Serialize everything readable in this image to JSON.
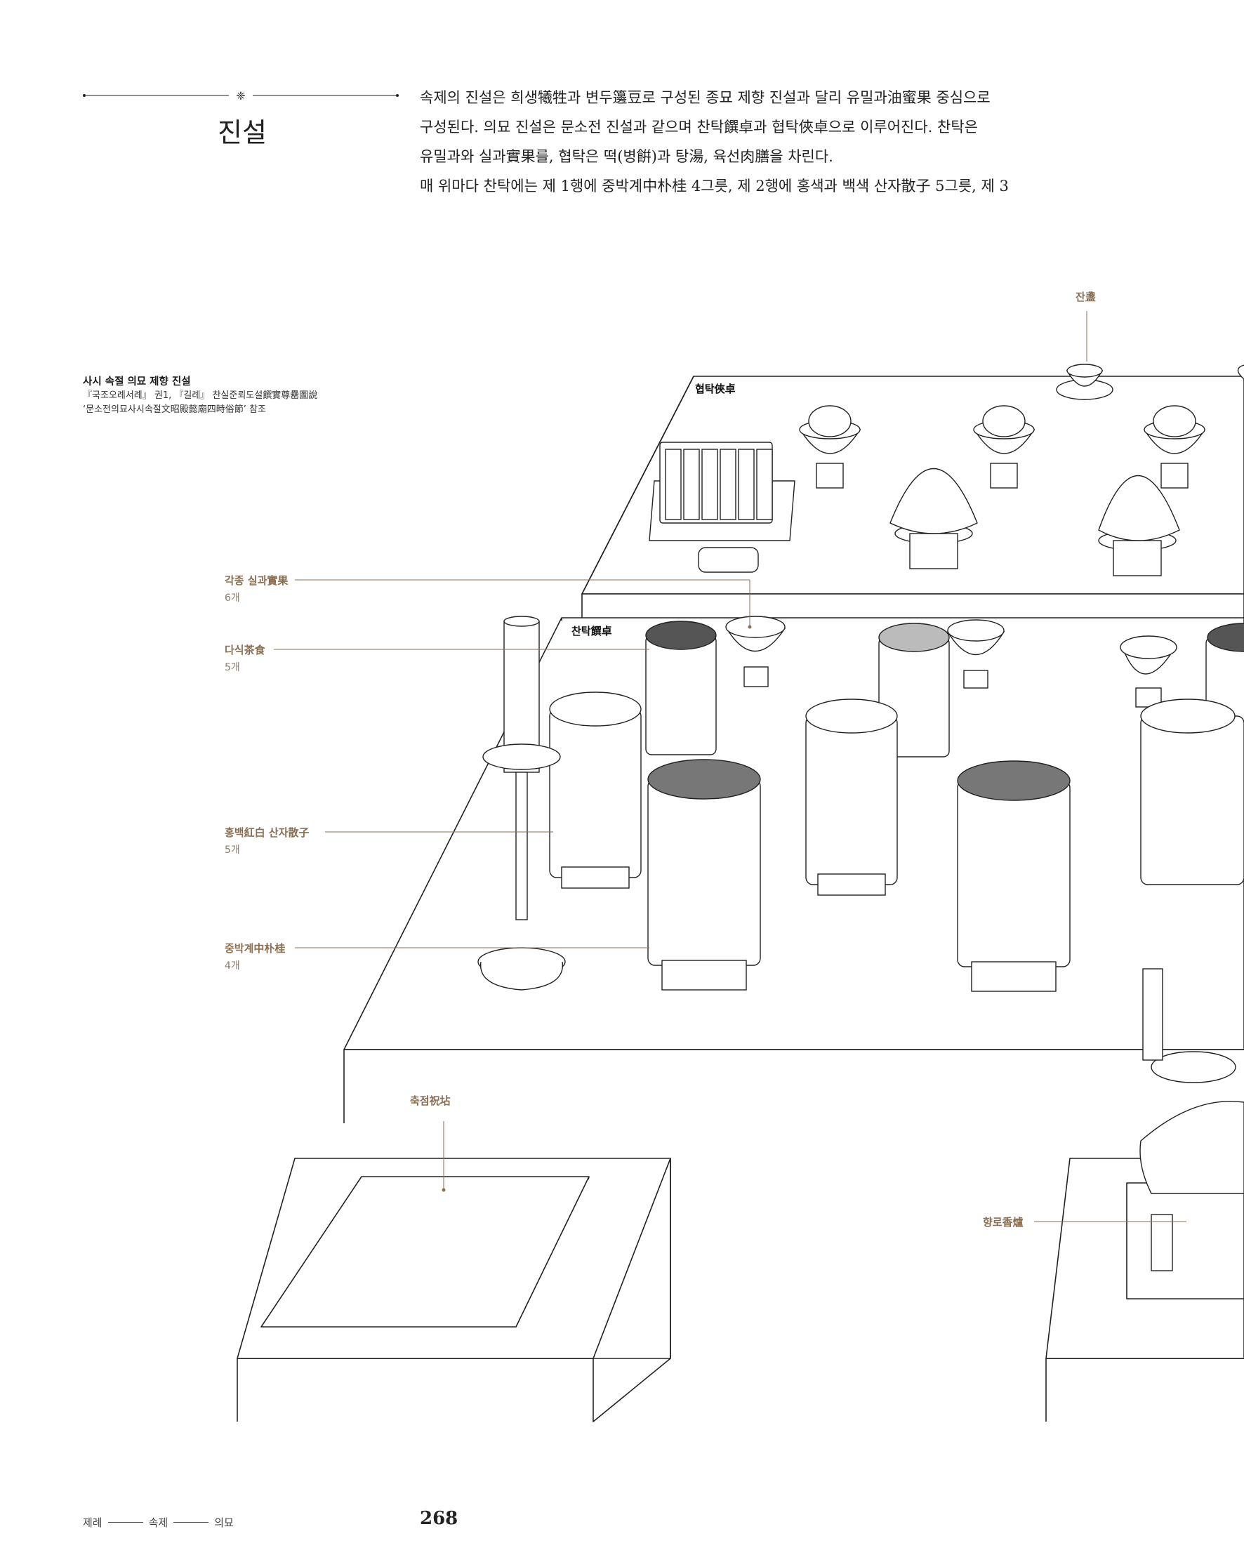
{
  "section": {
    "ornament_glyph": "❈",
    "title": "진설"
  },
  "intro": {
    "lines": [
      {
        "text": "속제의 진설은 희생犧牲과 변두籩豆로 구성된 종묘 제향 진설과 달리 유밀과油蜜果 중심으로"
      },
      {
        "text": "구성된다. 의묘 진설은 문소전 진설과 같으며 찬탁饌卓과 협탁俠卓으로 이루어진다. 찬탁은"
      },
      {
        "text": "유밀과와 실과實果를, 협탁은 떡(병餠)과 탕湯, 육선肉膳을 차린다."
      },
      {
        "text": "매 위마다 찬탁에는 제 1행에 중박계中朴桂 4그릇, 제 2행에 홍색과 백색 산자散子 5그릇, 제 3"
      }
    ]
  },
  "caption": {
    "title": "사시 속절 의묘 제향 진설",
    "source_1": "『국조오례서례』 권1, 『길례』 찬실준뢰도설饌實尊罍圖說",
    "source_2": "‘문소전의묘사시속절文昭殿懿廟四時俗節’ 참조"
  },
  "labels": {
    "fruit": {
      "name": "각종 실과實果",
      "count": "6개"
    },
    "dasik": {
      "name": "다식茶食",
      "count": "5개"
    },
    "sanja": {
      "name": "홍백紅白 산자散子",
      "count": "5개"
    },
    "jungbak": {
      "name": "중박계中朴桂",
      "count": "4개"
    },
    "chukjeom": {
      "name": "축점祝坫"
    },
    "hyangno": {
      "name": "향로香爐"
    },
    "jan": {
      "name": "잔盞"
    },
    "hyeoptak": {
      "name": "협탁俠卓"
    },
    "chantak": {
      "name": "찬탁饌卓"
    }
  },
  "footer": {
    "crumb_1": "제례",
    "crumb_2": "속제",
    "crumb_3": "의묘",
    "page_number": "268"
  }
}
